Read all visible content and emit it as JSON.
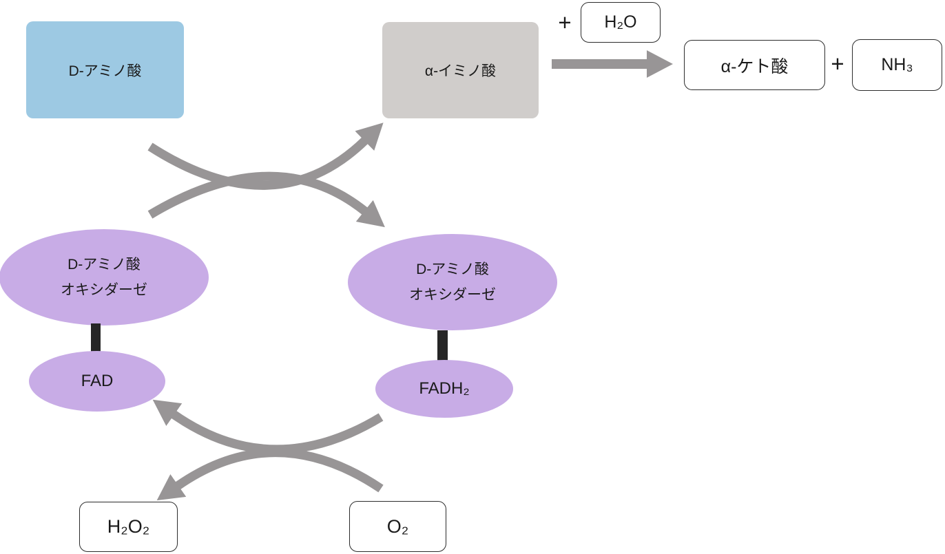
{
  "diagram": {
    "title": "D-amino-acid-oxidase-reaction-cycle",
    "colors": {
      "substrate_box_fill": "#9DC9E3",
      "intermediate_box_fill": "#D0CDCB",
      "enzyme_ellipse_fill": "#C8ACE6",
      "arrow_gray": "#989596",
      "connector_black": "#262626",
      "outline_box_border": "#2b2b2b",
      "text": "#1a1a1a",
      "background": "#ffffff"
    },
    "nodes": {
      "d_amino_acid": {
        "label": "D-アミノ酸"
      },
      "alpha_imino_acid": {
        "label": "α-イミノ酸"
      },
      "plus_top": {
        "label": "+"
      },
      "h2o": {
        "label": "H₂O"
      },
      "alpha_keto_acid": {
        "label": "α-ケト酸"
      },
      "plus_right": {
        "label": "+"
      },
      "nh3": {
        "label": "NH₃"
      },
      "enzyme_fad_form": {
        "line1": "D-アミノ酸",
        "line2": "オキシダーゼ"
      },
      "enzyme_fadh2_form": {
        "line1": "D-アミノ酸",
        "line2": "オキシダーゼ"
      },
      "fad": {
        "label": "FAD"
      },
      "fadh2": {
        "label": "FADH₂"
      },
      "h2o2": {
        "label": "H₂O₂"
      },
      "o2": {
        "label": "O₂"
      }
    },
    "arrows": {
      "substrate_to_imino": "D-アミノ酸 → α-イミノ酸",
      "enzyme_fad_to_fadh2": "D-アミノ酸オキシダーゼ・FAD → D-アミノ酸オキシダーゼ・FADH₂",
      "fadh2_to_fad": "FADH₂ → FAD",
      "o2_to_h2o2": "O₂ → H₂O₂",
      "imino_hydrolysis": "α-イミノ酸 + H₂O → α-ケト酸 + NH₃"
    }
  }
}
